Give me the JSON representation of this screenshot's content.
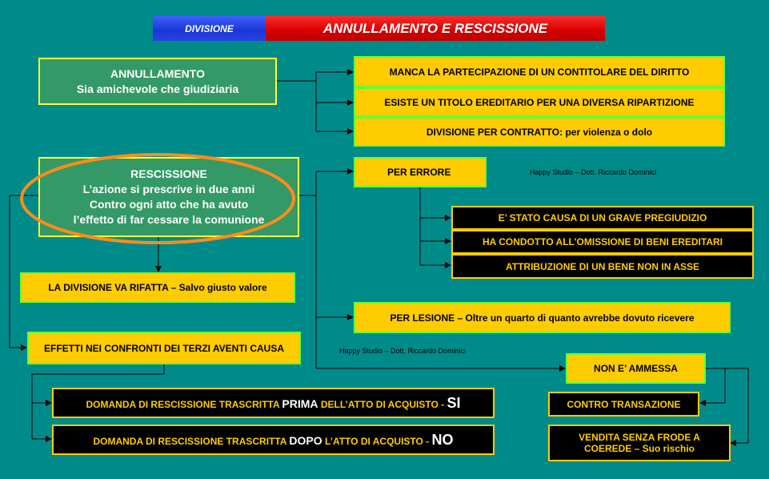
{
  "header": {
    "left": "DIVISIONE",
    "right": "ANNULLAMENTO E RESCISSIONE"
  },
  "annullamento": {
    "title": "ANNULLAMENTO",
    "subtitle": "Sia amichevole che giudiziaria",
    "causes": [
      "MANCA LA PARTECIPAZIONE DI UN CONTITOLARE DEL DIRITTO",
      "ESISTE UN TITOLO EREDITARIO PER UNA DIVERSA RIPARTIZIONE",
      "DIVISIONE PER CONTRATTO: per violenza o dolo"
    ]
  },
  "rescissione": {
    "title": "RESCISSIONE",
    "line1": "L’azione si prescrive in due anni",
    "line2": "Contro ogni atto che ha avuto",
    "line3": "l’effetto di far cessare la comunione"
  },
  "errore": {
    "label": "PER ERRORE",
    "items": [
      "E’ STATO CAUSA DI UN GRAVE PREGIUDIZIO",
      "HA CONDOTTO ALL’OMISSIONE DI BENI EREDITARI",
      "ATTRIBUZIONE DI UN BENE NON IN ASSE"
    ]
  },
  "lesione": "PER LESIONE – Oltre un quarto di quanto avrebbe dovuto ricevere",
  "rifatta": "LA DIVISIONE VA RIFATTA – Salvo giusto valore",
  "terzi": "EFFETTI NEI CONFRONTI DEI TERZI AVENTI CAUSA",
  "domanda_prima": {
    "pre": "DOMANDA DI RESCISSIONE TRASCRITTA",
    "key": "PRIMA",
    "mid": "DELL’ATTO DI ACQUISTO -",
    "answer": "SI"
  },
  "domanda_dopo": {
    "pre": "DOMANDA DI RESCISSIONE TRASCRITTA",
    "key": "DOPO",
    "mid": "L’ATTO DI ACQUISTO -",
    "answer": "NO"
  },
  "non_ammessa": {
    "label": "NON E’ AMMESSA",
    "transazione": "CONTRO TRANSAZIONE",
    "vendita_line1": "VENDITA SENZA FRODE A",
    "vendita_line2": "COEREDE – Suo rischio"
  },
  "credits": {
    "top": "Happy Studio – Dott. Riccardo Dominici",
    "bottom": "Happy Studio – Dott. Riccardo Dominici"
  },
  "colors": {
    "background": "#008b8b",
    "green_box": "#339966",
    "yellow_box": "#ffcc00",
    "highlight_ellipse": "#ff8c1a",
    "header_blue": "#1a36d6",
    "header_red": "#d40000"
  }
}
